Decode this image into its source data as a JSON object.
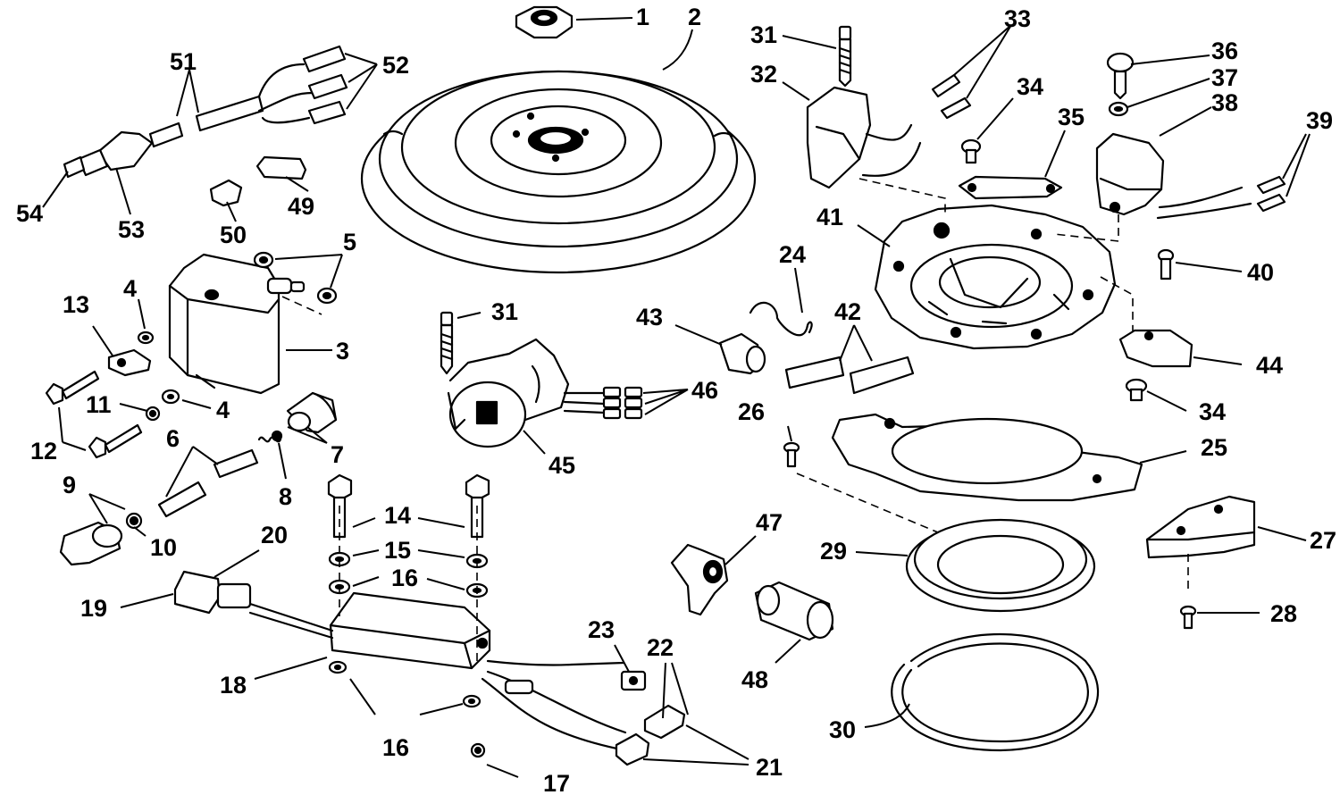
{
  "callouts": {
    "n1": "1",
    "n2": "2",
    "n3": "3",
    "n4a": "4",
    "n4b": "4",
    "n5": "5",
    "n6": "6",
    "n7": "7",
    "n8": "8",
    "n9": "9",
    "n10": "10",
    "n11": "11",
    "n12": "12",
    "n13": "13",
    "n14": "14",
    "n15": "15",
    "n16a": "16",
    "n16b": "16",
    "n17": "17",
    "n18": "18",
    "n19": "19",
    "n20": "20",
    "n21": "21",
    "n22": "22",
    "n23": "23",
    "n24": "24",
    "n25": "25",
    "n26": "26",
    "n27": "27",
    "n28": "28",
    "n29": "29",
    "n30": "30",
    "n31a": "31",
    "n31b": "31",
    "n32": "32",
    "n33": "33",
    "n34a": "34",
    "n34b": "34",
    "n35": "35",
    "n36": "36",
    "n37": "37",
    "n38": "38",
    "n39": "39",
    "n40": "40",
    "n41": "41",
    "n42": "42",
    "n43": "43",
    "n44": "44",
    "n45": "45",
    "n46": "46",
    "n47": "47",
    "n48": "48",
    "n49": "49",
    "n50": "50",
    "n51": "51",
    "n52": "52",
    "n53": "53",
    "n54": "54"
  }
}
